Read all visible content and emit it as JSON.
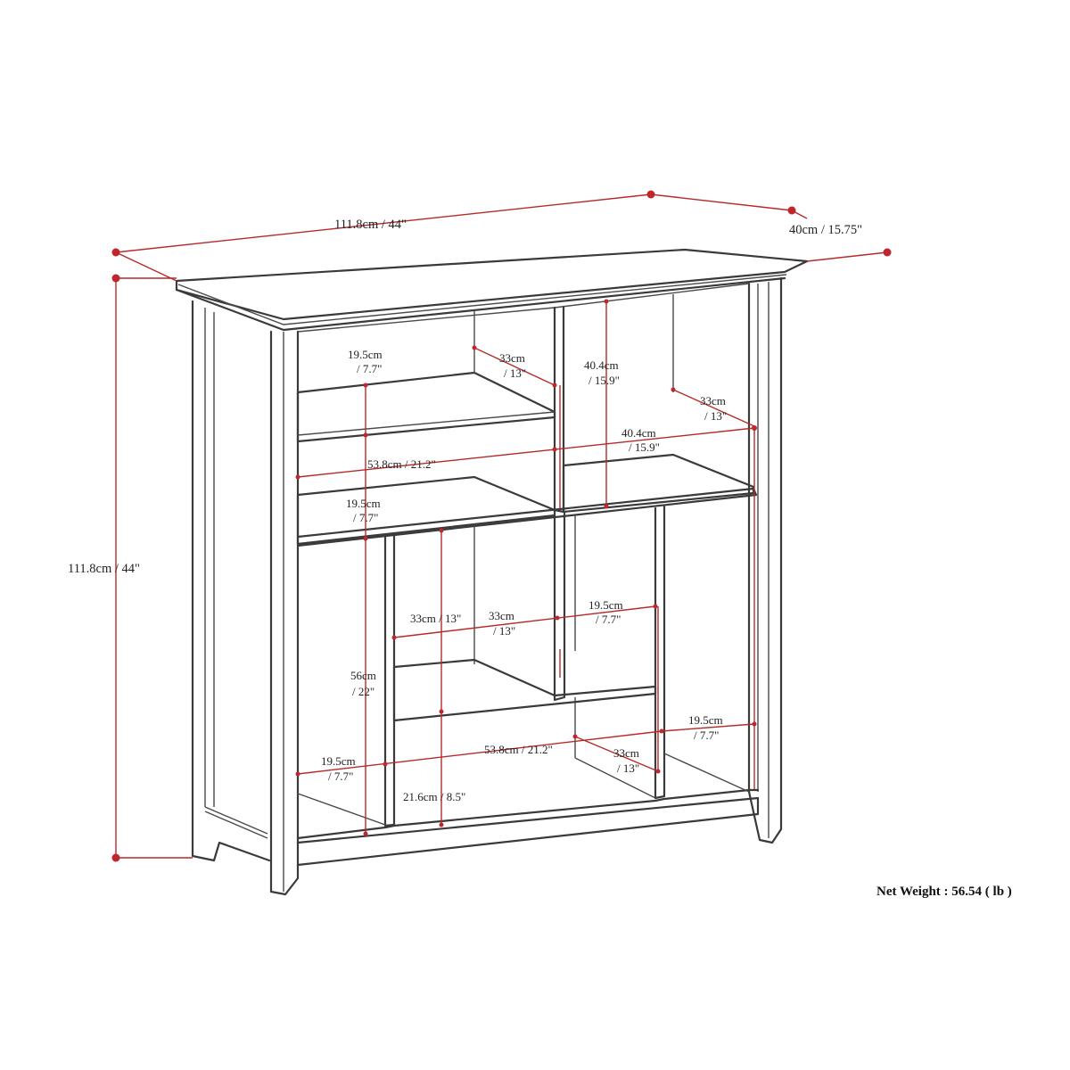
{
  "overall": {
    "width_label": "111.8cm / 44\"",
    "depth_label": "40cm / 15.75\"",
    "height_label": "111.8cm / 44\""
  },
  "compartments": {
    "top_left_height": [
      "19.5cm",
      "/ 7.7\""
    ],
    "top_left_depth": [
      "33cm",
      "/ 13\""
    ],
    "top_right_height": [
      "40.4cm",
      "/ 15.9\""
    ],
    "top_right_depth": [
      "33cm",
      "/ 13\""
    ],
    "top_right_width": [
      "40.4cm",
      "/ 15.9\""
    ],
    "upper_width": "53.8cm / 21.2\"",
    "mid_left_height": [
      "19.5cm",
      "/ 7.7\""
    ],
    "lower_left_height": [
      "56cm",
      "/ 22\""
    ],
    "inner_width": "33cm / 13\"",
    "inner_depth": [
      "33cm",
      "/ 13\""
    ],
    "inner_right_height": [
      "19.5cm",
      "/ 7.7\""
    ],
    "right_column_width": [
      "19.5cm",
      "/ 7.7\""
    ],
    "lower_width": "53.8cm / 21.2\"",
    "lower_depth": [
      "33cm",
      "/ 13\""
    ],
    "left_column_width": [
      "19.5cm",
      "/ 7.7\""
    ],
    "bottom_height": "21.6cm / 8.5\""
  },
  "net_weight": "Net Weight : 56.54 ( lb )",
  "colors": {
    "line": "#3a3a3a",
    "dimension": "#b52a2a",
    "dot": "#c0262c"
  }
}
